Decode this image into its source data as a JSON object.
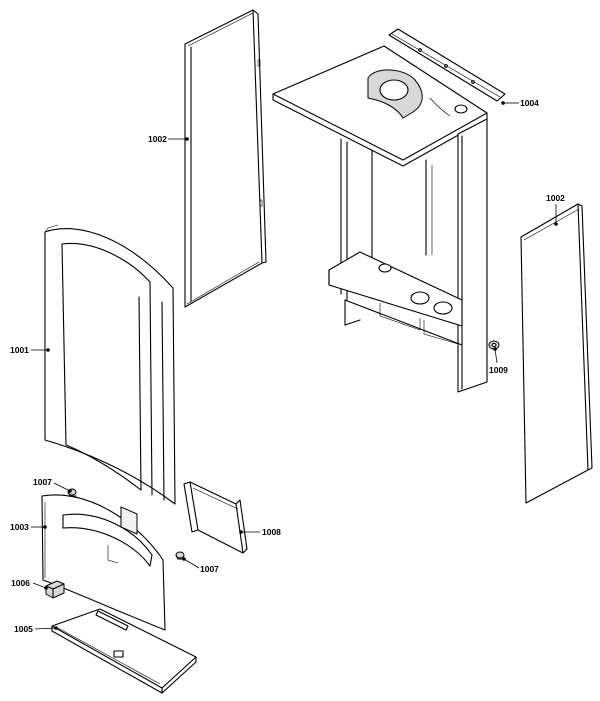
{
  "callouts": [
    {
      "id": "c1002a",
      "text": "1002"
    },
    {
      "id": "c1004",
      "text": "1004"
    },
    {
      "id": "c1002b",
      "text": "1002"
    },
    {
      "id": "c1001",
      "text": "1001"
    },
    {
      "id": "c1009",
      "text": "1009"
    },
    {
      "id": "c1007a",
      "text": "1007"
    },
    {
      "id": "c1003",
      "text": "1003"
    },
    {
      "id": "c1008",
      "text": "1008"
    },
    {
      "id": "c1007b",
      "text": "1007"
    },
    {
      "id": "c1006",
      "text": "1006"
    },
    {
      "id": "c1005",
      "text": "1005"
    }
  ]
}
